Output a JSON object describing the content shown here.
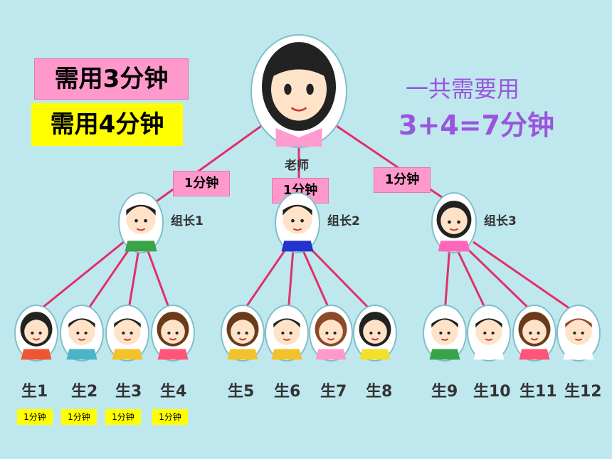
{
  "header": {
    "time_leader_box": "需用3分钟",
    "time_student_box": "需用4分钟"
  },
  "summary": {
    "line1": "一共需要用",
    "line2": "3+4=7分钟"
  },
  "teacher": {
    "label": "老师"
  },
  "leader_edge_label": "1分钟",
  "leaders": [
    {
      "label": "组长1"
    },
    {
      "label": "组长2"
    },
    {
      "label": "组长3"
    }
  ],
  "students": [
    {
      "label": "生1"
    },
    {
      "label": "生2"
    },
    {
      "label": "生3"
    },
    {
      "label": "生4"
    },
    {
      "label": "生5"
    },
    {
      "label": "生6"
    },
    {
      "label": "生7"
    },
    {
      "label": "生8"
    },
    {
      "label": "生9"
    },
    {
      "label": "生10"
    },
    {
      "label": "生11"
    },
    {
      "label": "生12"
    }
  ],
  "student_time_labels": [
    "1分钟",
    "1分钟",
    "1分钟",
    "1分钟"
  ],
  "colors": {
    "background": "#bfe8ee",
    "edge": "#e0306a",
    "pink_box": "#ff99cc",
    "yellow_box": "#ffff00",
    "summary_text": "#9955dd"
  }
}
